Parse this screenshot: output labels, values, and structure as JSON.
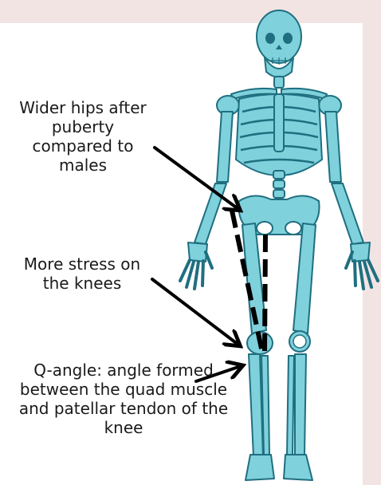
{
  "colors": {
    "background": "#f3e4e4",
    "panel": "#ffffff",
    "bone_fill": "#7fd1dc",
    "bone_outline": "#1f6f80",
    "arrow": "#000000"
  },
  "labels": {
    "hips": "Wider hips after puberty compared to males",
    "stress": "More stress on the knees",
    "q_angle": "Q-angle: angle formed between the quad muscle and patellar tendon of the knee"
  },
  "illustration": "skeleton-front-view"
}
